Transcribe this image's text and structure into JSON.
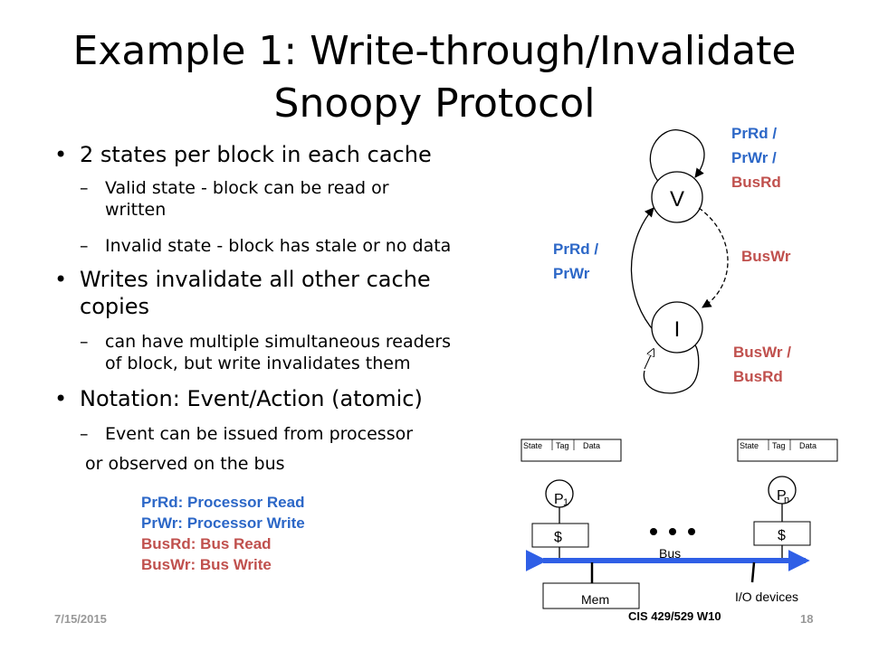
{
  "slide": {
    "title_line1": "Example 1: Write-through/Invalidate",
    "title_line2": "Snoopy Protocol",
    "bullets": [
      {
        "text": "2 states per block in each cache",
        "sub": [
          "Valid state - block can be read or",
          "written",
          "Invalid state - block has stale or no data"
        ]
      },
      {
        "text_line1": "Writes invalidate all other cache",
        "text_line2": "copies",
        "sub": [
          "can have multiple simultaneous readers",
          "of block, but write invalidates them"
        ]
      },
      {
        "text": "Notation: Event/Action (atomic)",
        "sub": [
          "Event can be issued from processor",
          "or observed on the bus"
        ]
      }
    ],
    "legend": [
      "PrRd: Processor Read",
      "PrWr: Processor Write",
      "BusRd: Bus Read",
      "BusWr: Bus Write"
    ],
    "footer": {
      "date": "7/15/2015",
      "course": "CIS 429/529 W10",
      "page": "18"
    }
  },
  "state_diagram": {
    "state_v": "V",
    "state_i": "I",
    "v_loop_label": [
      "PrRd /",
      "PrWr /",
      "BusRd"
    ],
    "i_to_v_label": [
      "PrRd /",
      "PrWr"
    ],
    "v_to_i_label": "BusWr",
    "i_loop_label": [
      "BusWr /",
      "BusRd"
    ]
  },
  "bus_diagram": {
    "cache_headers": [
      "State",
      "Tag",
      "Data"
    ],
    "processor_left": "P",
    "processor_left_sub": "1",
    "processor_right": "P",
    "processor_right_sub": "n",
    "cache_symbol": "$",
    "bus_label": "Bus",
    "memory_label": "Mem",
    "io_label": "I/O devices"
  },
  "colors": {
    "blue": "#2c67c7",
    "red": "#c0504d",
    "bus": "#2f5fe6"
  }
}
